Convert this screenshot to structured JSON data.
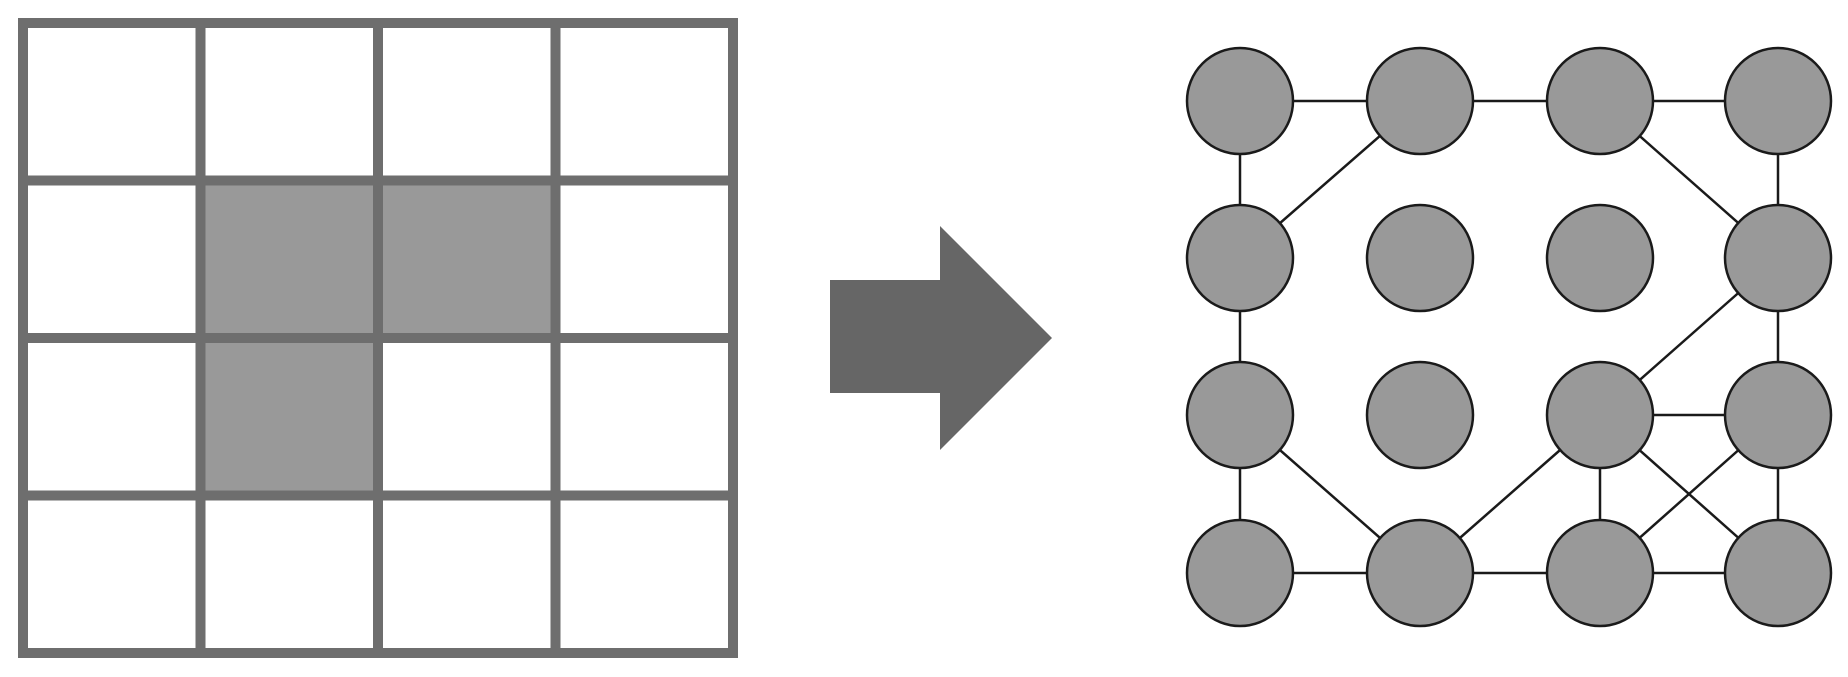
{
  "colors": {
    "background": "#ffffff",
    "grid_line": "#6e6e6e",
    "cell_empty": "#ffffff",
    "cell_filled": "#999999",
    "arrow": "#666666",
    "node_fill": "#999999",
    "node_stroke": "#1a1a1a",
    "edge": "#1a1a1a"
  },
  "grid": {
    "rows": 4,
    "cols": 4,
    "filled_cells": [
      [
        1,
        1
      ],
      [
        1,
        2
      ],
      [
        2,
        1
      ]
    ]
  },
  "arrow": {
    "direction": "right",
    "icon": "right-arrow-icon"
  },
  "graph": {
    "rows": 4,
    "cols": 4,
    "edges": [
      [
        [
          0,
          0
        ],
        [
          0,
          1
        ]
      ],
      [
        [
          0,
          1
        ],
        [
          0,
          2
        ]
      ],
      [
        [
          0,
          2
        ],
        [
          0,
          3
        ]
      ],
      [
        [
          3,
          0
        ],
        [
          3,
          1
        ]
      ],
      [
        [
          3,
          1
        ],
        [
          3,
          2
        ]
      ],
      [
        [
          3,
          2
        ],
        [
          3,
          3
        ]
      ],
      [
        [
          2,
          2
        ],
        [
          2,
          3
        ]
      ],
      [
        [
          0,
          0
        ],
        [
          1,
          0
        ]
      ],
      [
        [
          1,
          0
        ],
        [
          2,
          0
        ]
      ],
      [
        [
          2,
          0
        ],
        [
          3,
          0
        ]
      ],
      [
        [
          0,
          3
        ],
        [
          1,
          3
        ]
      ],
      [
        [
          1,
          3
        ],
        [
          2,
          3
        ]
      ],
      [
        [
          2,
          3
        ],
        [
          3,
          3
        ]
      ],
      [
        [
          2,
          2
        ],
        [
          3,
          2
        ]
      ],
      [
        [
          1,
          0
        ],
        [
          0,
          1
        ]
      ],
      [
        [
          0,
          2
        ],
        [
          1,
          3
        ]
      ],
      [
        [
          1,
          3
        ],
        [
          2,
          2
        ]
      ],
      [
        [
          2,
          0
        ],
        [
          3,
          1
        ]
      ],
      [
        [
          3,
          1
        ],
        [
          2,
          2
        ]
      ],
      [
        [
          2,
          2
        ],
        [
          3,
          3
        ]
      ],
      [
        [
          2,
          3
        ],
        [
          3,
          2
        ]
      ]
    ]
  }
}
